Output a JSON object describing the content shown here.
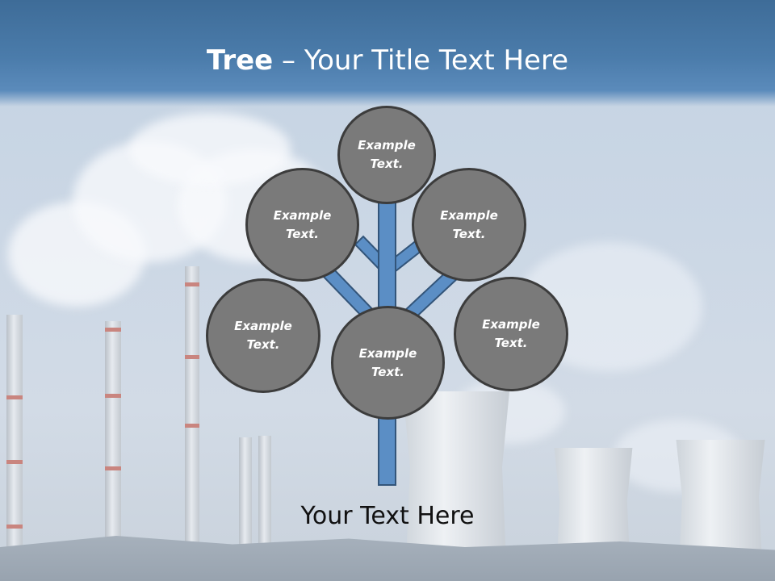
{
  "slide": {
    "title_bold": "Tree",
    "title_rest": " – Your Title Text Here",
    "caption": "Your Text Here",
    "nodes": [
      {
        "id": "top",
        "label": "Example\nText."
      },
      {
        "id": "upper-left",
        "label": "Example\nText."
      },
      {
        "id": "upper-right",
        "label": "Example\nText."
      },
      {
        "id": "lower-left",
        "label": "Example\nText."
      },
      {
        "id": "lower-right",
        "label": "Example\nText."
      },
      {
        "id": "trunk",
        "label": "Example\nText."
      }
    ]
  },
  "colors": {
    "title_band": "#4b7cab",
    "node_fill": "#7a7a7a",
    "node_border": "#3c3c3c",
    "trunk_fill": "#5b8ec5",
    "trunk_border": "#33557a"
  }
}
